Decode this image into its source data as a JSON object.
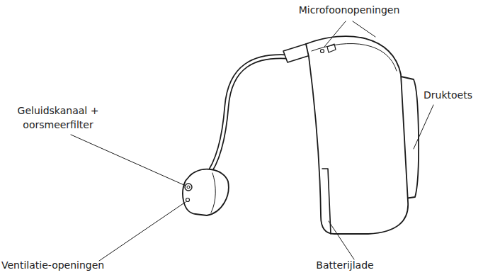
{
  "diagram": {
    "labels": [
      "Microfoonopeningen",
      "Druktoets",
      "Geluidskanaal + oorsmeerfilter",
      "Ventilatie-openingen",
      "Batterijlade"
    ]
  }
}
